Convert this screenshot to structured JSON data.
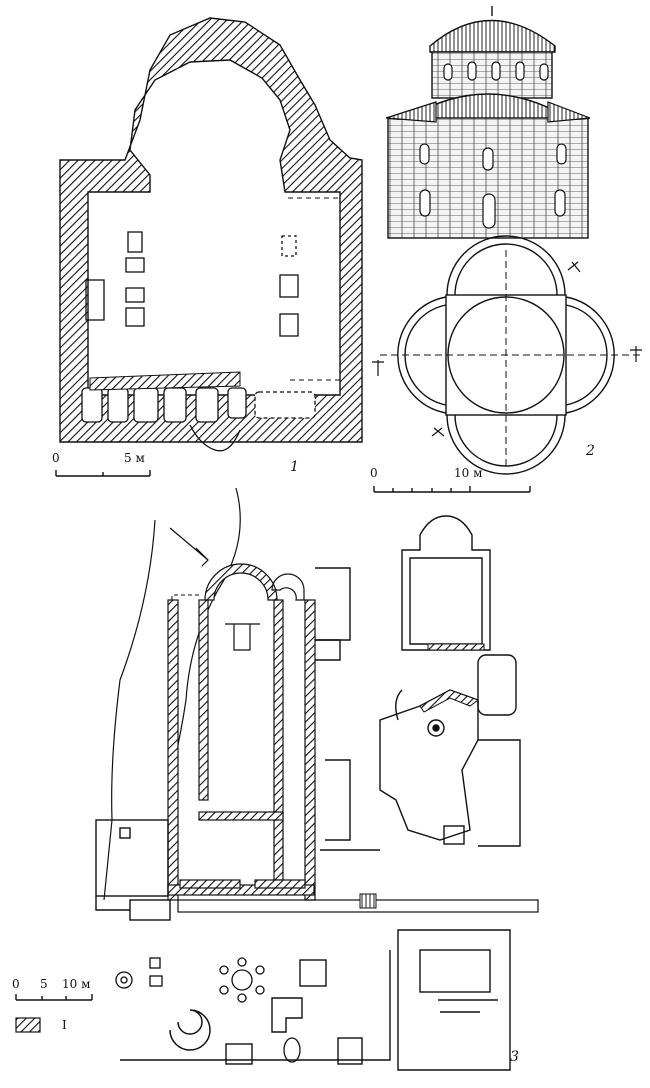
{
  "figures": [
    {
      "number": "1",
      "scale": {
        "start": "0",
        "end": "5 м"
      }
    },
    {
      "number": "2",
      "scale": {
        "start": "0",
        "end": "10 м"
      }
    },
    {
      "number": "3",
      "scale": {
        "start": "0",
        "mid": "5",
        "end": "10 м"
      }
    }
  ],
  "legend": {
    "label": "I"
  },
  "colors": {
    "ink": "#111111",
    "paper": "#ffffff",
    "stone": "#d9d9d9"
  }
}
